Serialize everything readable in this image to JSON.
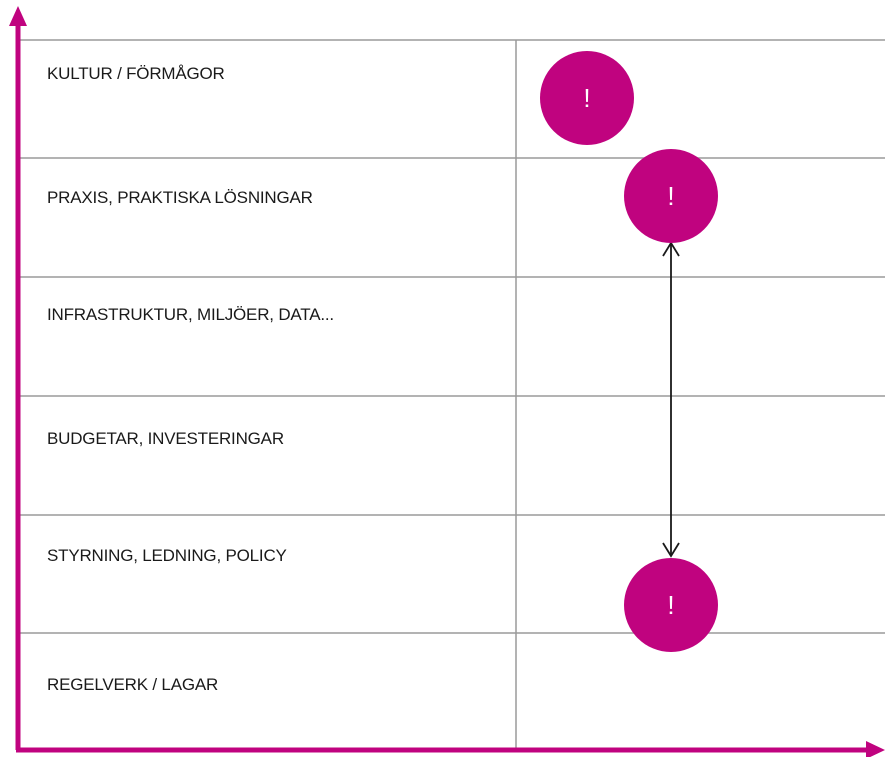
{
  "rows": [
    {
      "label": "KULTUR / FÖRMÅGOR"
    },
    {
      "label": "PRAXIS, PRAKTISKA LÖSNINGAR"
    },
    {
      "label": "INFRASTRUKTUR, MILJÖER, DATA..."
    },
    {
      "label": "BUDGETAR, INVESTERINGAR"
    },
    {
      "label": "STYRNING, LEDNING, POLICY"
    },
    {
      "label": "REGELVERK / LAGAR"
    }
  ],
  "markers": [
    {
      "symbol": "!",
      "row": "KULTUR / FÖRMÅGOR"
    },
    {
      "symbol": "!",
      "row": "PRAXIS, PRAKTISKA LÖSNINGAR"
    },
    {
      "symbol": "!",
      "row": "STYRNING, LEDNING, POLICY"
    }
  ],
  "colors": {
    "axis": "#c0037f",
    "marker": "#c0037f",
    "grid": "#9a9a9a",
    "connector": "#1a1a1a"
  }
}
